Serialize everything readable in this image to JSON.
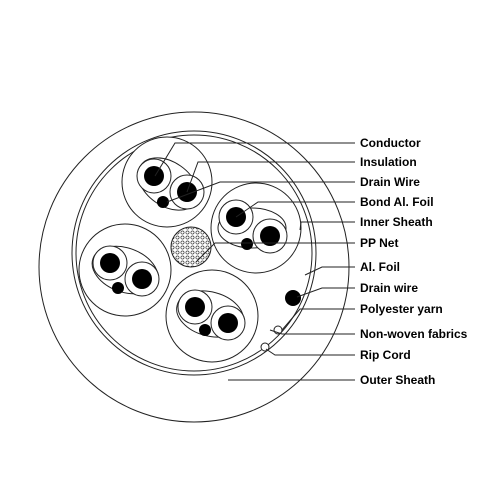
{
  "labels": [
    "Conductor",
    "Insulation",
    "Drain Wire",
    "Bond Al. Foil",
    "Inner Sheath",
    "PP Net",
    "Al. Foil",
    "Drain wire",
    "Polyester yarn",
    "Non-woven fabrics",
    "Rip Cord",
    "Outer Sheath"
  ],
  "colors": {
    "line": "#222222",
    "fill": "#ffffff",
    "core": "#000000"
  }
}
